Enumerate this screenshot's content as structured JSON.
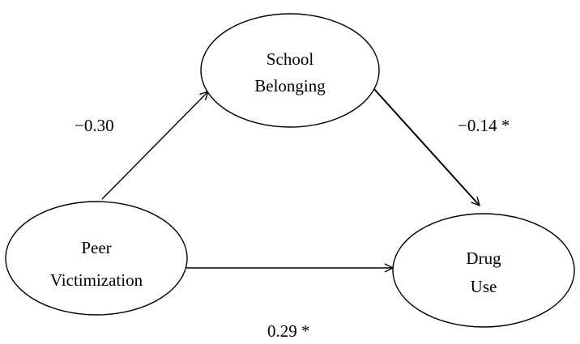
{
  "nodes": {
    "school_belonging": {
      "line1": "School",
      "line2": "Belonging"
    },
    "peer_victimization": {
      "line1": "Peer",
      "line2": "Victimization"
    },
    "drug_use": {
      "line1": "Drug",
      "line2": "Use"
    }
  },
  "edges": {
    "victimization_to_belonging": {
      "coefficient": "−0.30"
    },
    "belonging_to_drug_use": {
      "coefficient": "−0.14 *"
    },
    "victimization_to_drug_use": {
      "coefficient": "0.29 *"
    }
  },
  "colors": {
    "stroke": "#000000",
    "background": "#ffffff"
  }
}
